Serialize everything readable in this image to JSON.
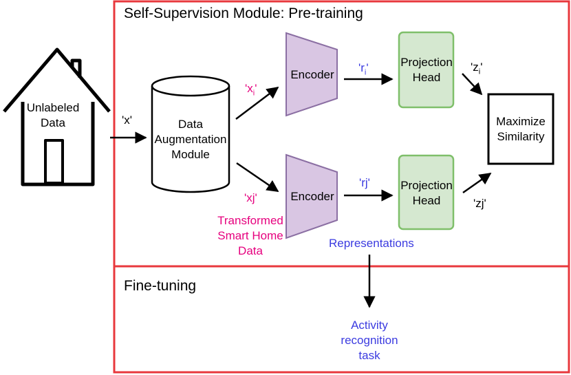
{
  "sections": {
    "pretraining_title": "Self-Supervision Module: Pre-training",
    "finetuning_title": "Fine-tuning"
  },
  "house": {
    "line1": "Unlabeled",
    "line2": "Data"
  },
  "inputs": {
    "x": "'x'"
  },
  "augmentation": {
    "line1": "Data",
    "line2": "Augmentation",
    "line3": "Module"
  },
  "views": {
    "xi": {
      "base": "'x",
      "sub": "i",
      "end": "'"
    },
    "xj": "'xj'"
  },
  "encoders": {
    "top": "Encoder",
    "bottom": "Encoder"
  },
  "representations": {
    "ri": {
      "base": "'r",
      "sub": "i",
      "end": "'"
    },
    "rj": "'rj'",
    "caption": "Representations"
  },
  "projection_heads": {
    "top": {
      "line1": "Projection",
      "line2": "Head"
    },
    "bottom": {
      "line1": "Projection",
      "line2": "Head"
    }
  },
  "outputs": {
    "zi": {
      "base": "'z",
      "sub": "i",
      "end": "'"
    },
    "zj": "'zj'"
  },
  "objective": {
    "line1": "Maximize",
    "line2": "Similarity"
  },
  "transformed": {
    "line1": "Transformed",
    "line2": "Smart Home",
    "line3": "Data"
  },
  "task": {
    "line1": "Activity",
    "line2": "recognition",
    "line3": "task"
  },
  "colors": {
    "frame": "#e8383d",
    "encoder_fill": "#d9c6e3",
    "encoder_stroke": "#8b6fa3",
    "head_fill": "#d5e8d0",
    "head_stroke": "#7fbf6a",
    "pink_text": "#e6007e",
    "blue_text": "#3b3be0"
  }
}
